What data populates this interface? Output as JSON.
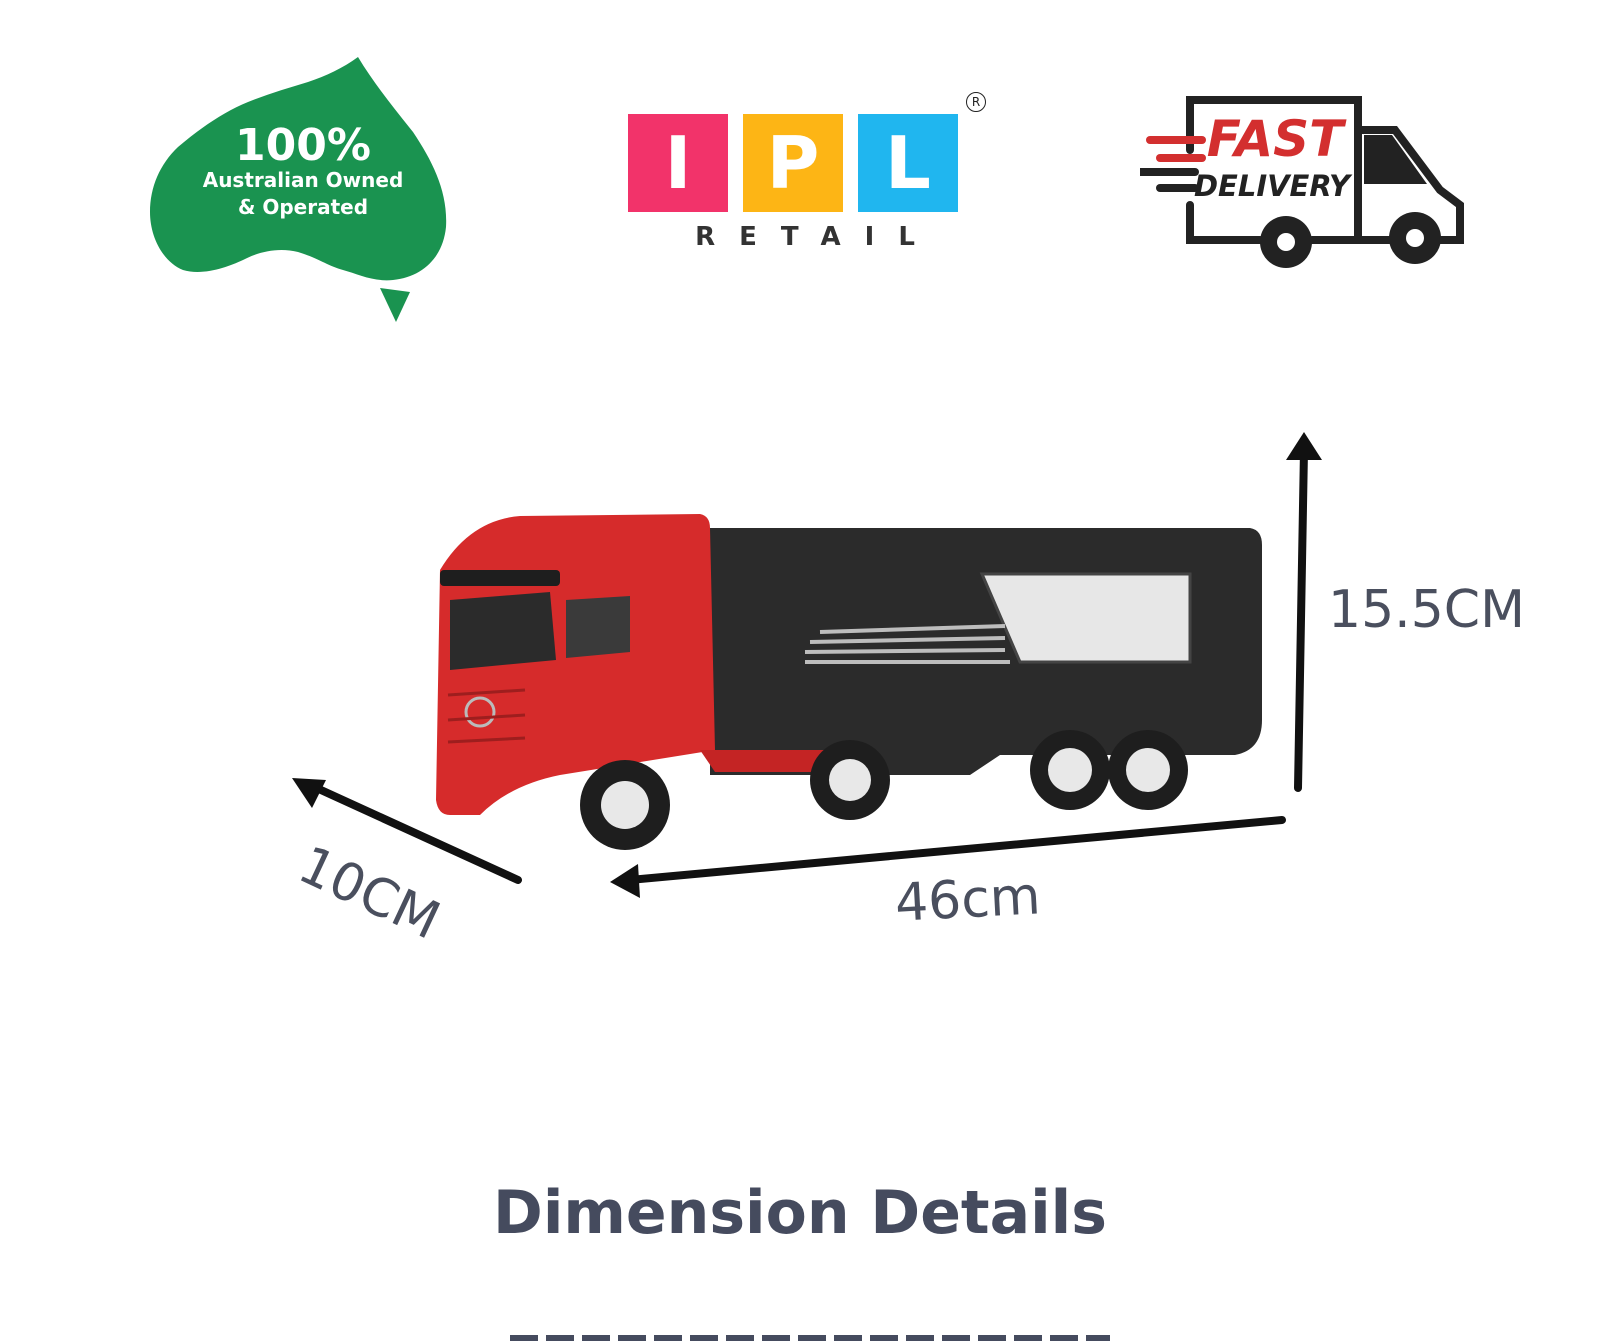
{
  "badges": {
    "australian": {
      "percent": "100%",
      "line1": "Australian Owned",
      "line2": "& Operated",
      "color": "#1a9350",
      "icon": "australia-map-icon"
    },
    "fast_delivery": {
      "line1": "FAST",
      "line2": "DELIVERY",
      "accent": "#d32f2f",
      "icon": "delivery-truck-icon"
    }
  },
  "logo": {
    "letters": [
      "I",
      "P",
      "L"
    ],
    "colors": [
      "#f2336a",
      "#fdb515",
      "#20b6ef"
    ],
    "registered": "R",
    "subtitle": "RETAIL"
  },
  "product": {
    "icon": "toy-truck-trailer-image",
    "dimensions": {
      "height": "15.5CM",
      "length": "46cm",
      "depth": "10CM"
    }
  },
  "section_title": "Dimension Details"
}
